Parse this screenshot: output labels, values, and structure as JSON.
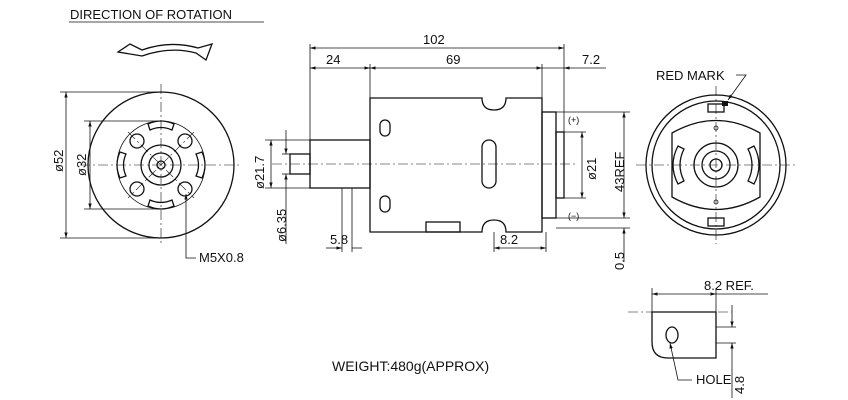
{
  "drawing": {
    "direction_label": "DIRECTION OF ROTATION",
    "dims": {
      "overall_length": "102",
      "shaft_length": "24",
      "body_length": "69",
      "rear_length": "7.2",
      "flange_dia": "ø52",
      "bolt_circle_dia": "ø32",
      "boss_dia": "ø21.7",
      "shaft_dia": "ø6.35",
      "rear_boss_dia": "ø21",
      "terminal_spacing": "43REF",
      "terminal_offset": "0.5",
      "shaft_step": "5.8",
      "terminal_length": "8.2",
      "terminal_ref": "8.2 REF.",
      "hole_dim": "4.8"
    },
    "labels": {
      "thread": "M5X0.8",
      "red_mark": "RED MARK",
      "hole": "HOLE",
      "plus": "(+)",
      "minus": "(−)"
    },
    "weight": "WEIGHT:480g(APPROX)"
  }
}
